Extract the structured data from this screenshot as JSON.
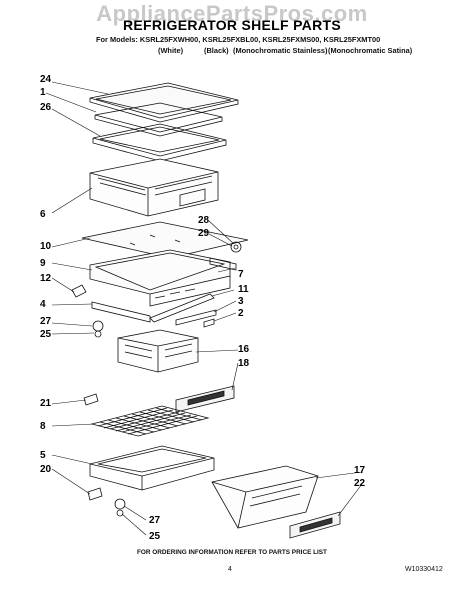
{
  "watermark": "AppliancePartsPros.com",
  "title": "REFRIGERATOR SHELF PARTS",
  "models_line": "For Models: KSRL25FXWH00, KSRL25FXBL00, KSRL25FXMS00, KSRL25FXMT00",
  "colors": [
    "(White)",
    "(Black)",
    "(Monochromatic Stainless)",
    "(Monochromatic Satina)"
  ],
  "footer": "FOR ORDERING INFORMATION REFER TO PARTS PRICE LIST",
  "page_number": "4",
  "doc_number": "W10330412",
  "callouts": [
    "24",
    "1",
    "26",
    "6",
    "10",
    "9",
    "12",
    "4",
    "27",
    "25",
    "28",
    "29",
    "7",
    "11",
    "3",
    "2",
    "16",
    "18",
    "21",
    "8",
    "5",
    "20",
    "17",
    "22",
    "27",
    "25"
  ]
}
